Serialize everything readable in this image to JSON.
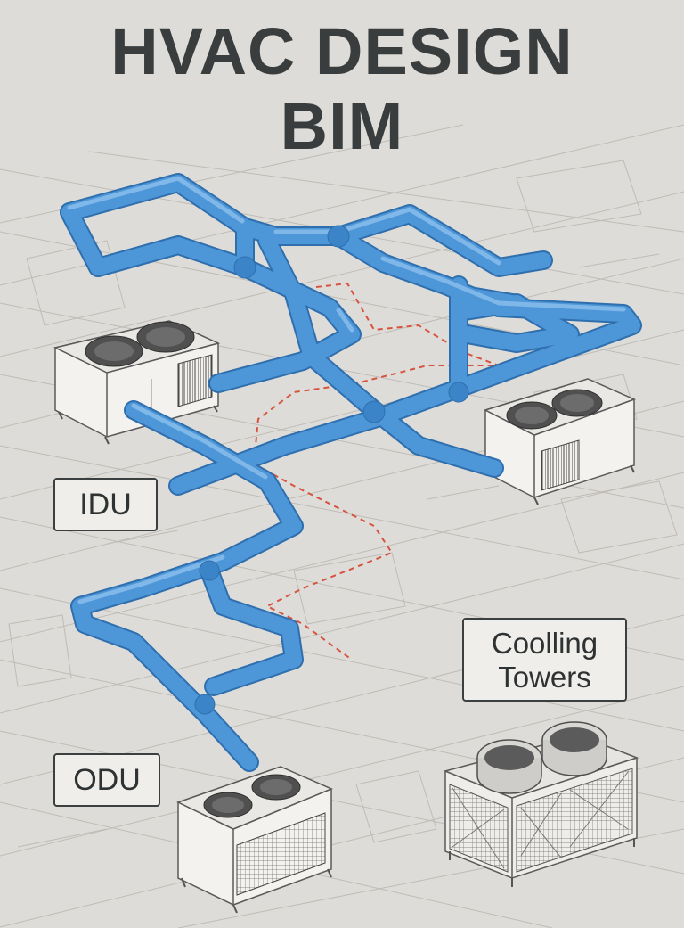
{
  "title": {
    "line1": "HVAC DESIGN",
    "line2": "BIM"
  },
  "labels": {
    "idu": "IDU",
    "odu": "ODU",
    "cooling_line1": "Coolling",
    "cooling_line2": "Towers"
  },
  "colors": {
    "background": "#dedcd8",
    "pipe": "#4d96d8",
    "pipe_shadow": "#2f6fae",
    "pipe_highlight": "#8cc0ee",
    "dashed_route": "#d8533f",
    "grid_line": "#b9b6b0",
    "unit_body": "#f2f1ee",
    "fan": "#555555"
  },
  "units": [
    {
      "name": "outdoor-unit-upper-left",
      "icon": "condenser-unit-icon"
    },
    {
      "name": "outdoor-unit-right",
      "icon": "condenser-unit-icon"
    },
    {
      "name": "outdoor-unit-bottom",
      "icon": "condenser-unit-icon"
    },
    {
      "name": "cooling-tower",
      "icon": "cooling-tower-icon"
    }
  ]
}
